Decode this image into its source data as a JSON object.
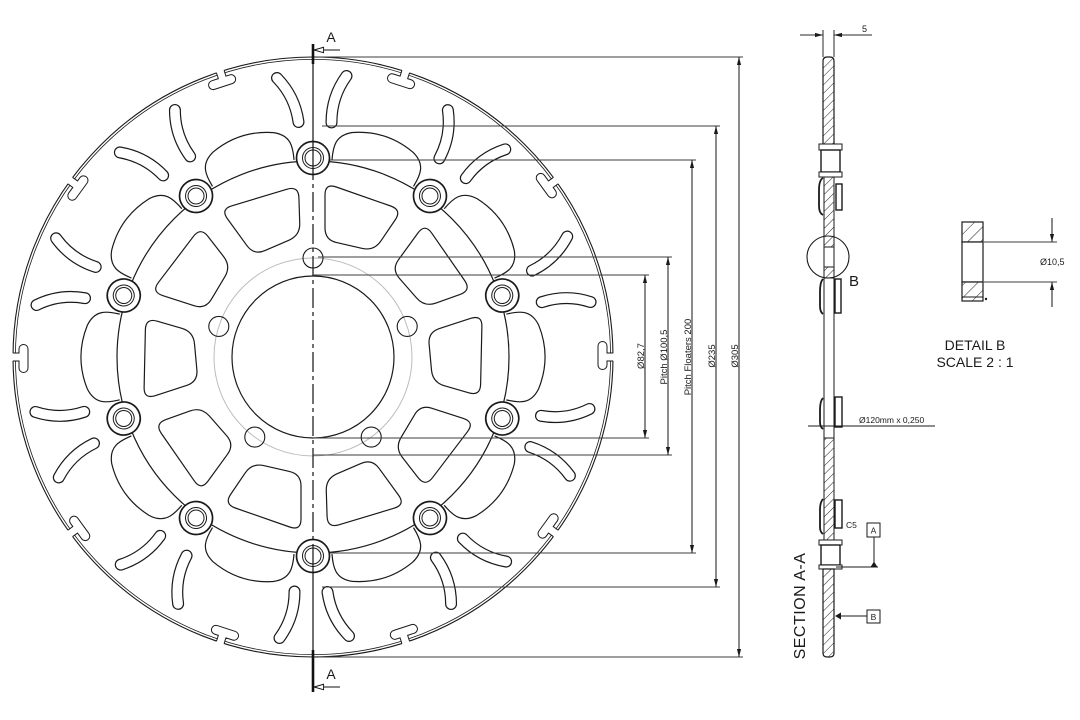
{
  "front_view": {
    "section_cut": {
      "top_label": "A",
      "bottom_label": "A"
    },
    "dimensions": {
      "outer_diameter": "Ø305",
      "braking_surface_diameter": "Ø235",
      "floater_pitch": "Pitch Floaters 200",
      "bolt_pitch": "Pitch Ø100,5",
      "bore_diameter": "Ø82,7"
    }
  },
  "section_view": {
    "title": "SECTION A-A",
    "thickness": "5",
    "bore_callout": "Ø120mm x 0,250",
    "chamfer": "C5",
    "datum_a": "A",
    "datum_b": "B",
    "detail_marker": "B"
  },
  "detail_view": {
    "title": "DETAIL B",
    "scale": "SCALE 2 : 1",
    "hole_diameter": "Ø10,5"
  },
  "colors": {
    "background": "#ffffff",
    "line": "#1a1a1a",
    "dimension_line": "#3c3c3c",
    "construction_circle": "#bdbdbd"
  }
}
